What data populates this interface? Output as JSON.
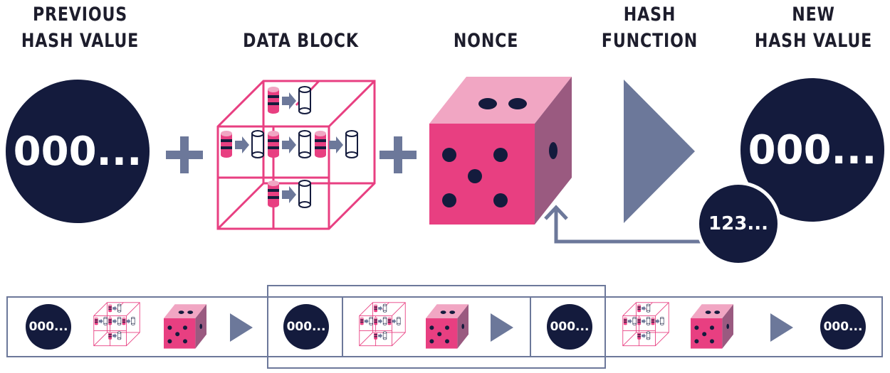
{
  "labels": {
    "previous_line1": "PREVIOUS",
    "previous_line2": "HASH VALUE",
    "data_block": "DATA BLOCK",
    "nonce": "NONCE",
    "hash_line1": "HASH",
    "hash_line2": "FUNCTION",
    "new_line1": "NEW",
    "new_line2": "HASH VALUE"
  },
  "values": {
    "previous_hash": "000...",
    "new_hash": "000...",
    "nonce_value": "123..."
  },
  "chain": {
    "hash_values": [
      "000...",
      "000...",
      "000...",
      "000..."
    ]
  },
  "colors": {
    "navy": "#141b3d",
    "pink": "#e83f81",
    "pink_light": "#f1a6c3",
    "pink_side": "#9a5a80",
    "slate": "#6c789a"
  }
}
